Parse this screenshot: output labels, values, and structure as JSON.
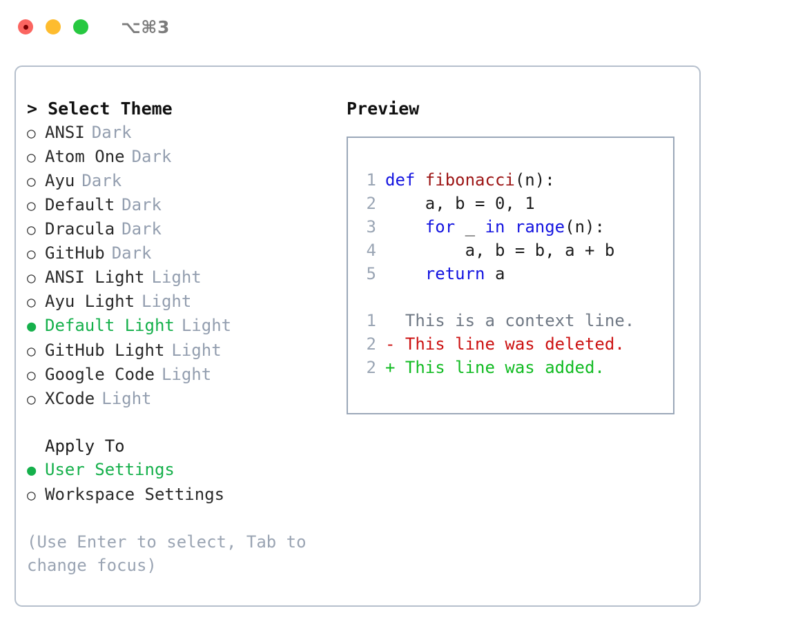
{
  "titlebar": {
    "shortcut": "⌥⌘3",
    "buttons": [
      {
        "name": "close",
        "color": "#fb6560"
      },
      {
        "name": "minimize",
        "color": "#febc2e"
      },
      {
        "name": "maximize",
        "color": "#27c840"
      }
    ]
  },
  "colors": {
    "selected_green": "#15b04b",
    "muted_tag": "#939eaf",
    "hint_text": "#9aa4b3",
    "panel_border": "#b5bfcc",
    "preview_border": "#9aa7b8",
    "keyword_blue": "#1414e0",
    "function_red": "#9c1414",
    "diff_deleted": "#cc1111",
    "diff_added": "#11bb22",
    "line_number": "#9aa5b4"
  },
  "left": {
    "heading": "> Select Theme",
    "themes": [
      {
        "marker": "○",
        "label": "ANSI",
        "tag": "Dark",
        "selected": false
      },
      {
        "marker": "○",
        "label": "Atom One",
        "tag": "Dark",
        "selected": false
      },
      {
        "marker": "○",
        "label": "Ayu",
        "tag": "Dark",
        "selected": false
      },
      {
        "marker": "○",
        "label": "Default",
        "tag": "Dark",
        "selected": false
      },
      {
        "marker": "○",
        "label": "Dracula",
        "tag": "Dark",
        "selected": false
      },
      {
        "marker": "○",
        "label": "GitHub",
        "tag": "Dark",
        "selected": false
      },
      {
        "marker": "○",
        "label": "ANSI Light",
        "tag": "Light",
        "selected": false
      },
      {
        "marker": "○",
        "label": "Ayu Light",
        "tag": "Light",
        "selected": false
      },
      {
        "marker": "●",
        "label": "Default Light",
        "tag": "Light",
        "selected": true
      },
      {
        "marker": "○",
        "label": "GitHub Light",
        "tag": "Light",
        "selected": false
      },
      {
        "marker": "○",
        "label": "Google Code",
        "tag": "Light",
        "selected": false
      },
      {
        "marker": "○",
        "label": "XCode",
        "tag": "Light",
        "selected": false
      }
    ],
    "apply_to_heading": "Apply To",
    "apply_options": [
      {
        "marker": "●",
        "label": "User Settings",
        "selected": true
      },
      {
        "marker": "○",
        "label": "Workspace Settings",
        "selected": false
      }
    ],
    "hint": "(Use Enter to select, Tab to change focus)"
  },
  "right": {
    "heading": "Preview",
    "code_lines": [
      {
        "no": "1",
        "tokens": [
          {
            "t": "def ",
            "k": "kw"
          },
          {
            "t": "fibonacci",
            "k": "fn"
          },
          {
            "t": "(n):",
            "k": "plain"
          }
        ]
      },
      {
        "no": "2",
        "tokens": [
          {
            "t": "    a, b = 0, 1",
            "k": "plain"
          }
        ]
      },
      {
        "no": "3",
        "tokens": [
          {
            "t": "    ",
            "k": "plain"
          },
          {
            "t": "for",
            "k": "kw"
          },
          {
            "t": " _ ",
            "k": "plain"
          },
          {
            "t": "in",
            "k": "kw"
          },
          {
            "t": " ",
            "k": "plain"
          },
          {
            "t": "range",
            "k": "kw"
          },
          {
            "t": "(n):",
            "k": "plain"
          }
        ]
      },
      {
        "no": "4",
        "tokens": [
          {
            "t": "        a, b = b, a + b",
            "k": "plain"
          }
        ]
      },
      {
        "no": "5",
        "tokens": [
          {
            "t": "    ",
            "k": "plain"
          },
          {
            "t": "return",
            "k": "kw"
          },
          {
            "t": " a",
            "k": "plain"
          }
        ]
      }
    ],
    "diff_lines": [
      {
        "no": "1",
        "tokens": [
          {
            "t": "  This is a context line.",
            "k": "ctx"
          }
        ]
      },
      {
        "no": "2",
        "tokens": [
          {
            "t": "- This line was deleted.",
            "k": "del"
          }
        ]
      },
      {
        "no": "2",
        "tokens": [
          {
            "t": "+ This line was added.",
            "k": "add"
          }
        ]
      }
    ]
  }
}
